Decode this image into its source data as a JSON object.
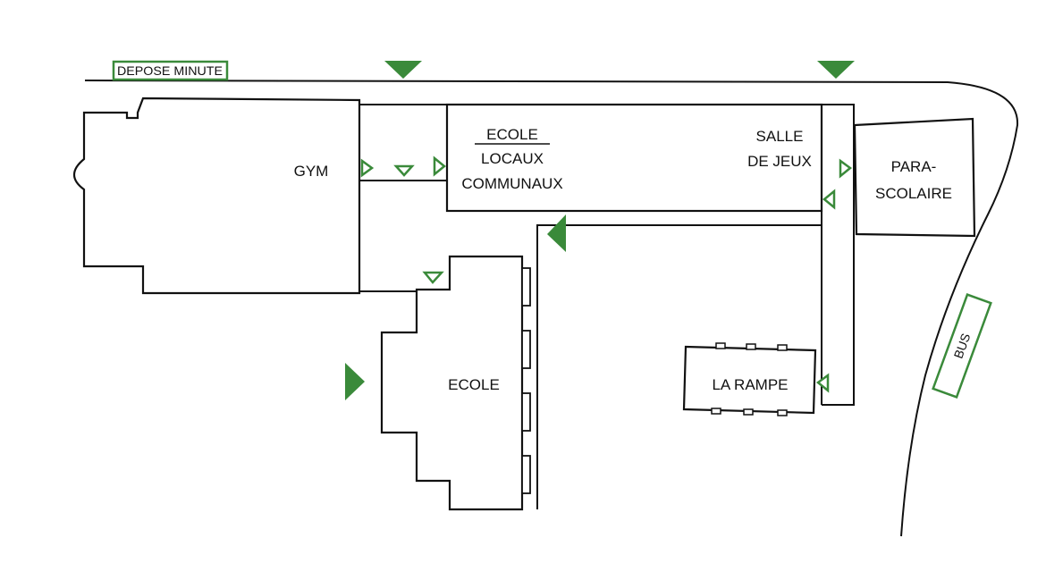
{
  "colors": {
    "line": "#111111",
    "accent": "#3a8a3a",
    "background": "#ffffff"
  },
  "labels": {
    "depose_minute": "DEPOSE MINUTE",
    "gym": "GYM",
    "ecole_locaux_line1": "ECOLE",
    "ecole_locaux_line2": "LOCAUX",
    "ecole_locaux_line3": "COMMUNAUX",
    "salle_line1": "SALLE",
    "salle_line2": "DE JEUX",
    "para_line1": "PARA-",
    "para_line2": "SCOLAIRE",
    "ecole": "ECOLE",
    "rampe": "LA RAMPE",
    "bus": "BUS"
  },
  "icons": {
    "entrance_marker": "triangle-arrow",
    "path_marker": "outlined-triangle"
  }
}
